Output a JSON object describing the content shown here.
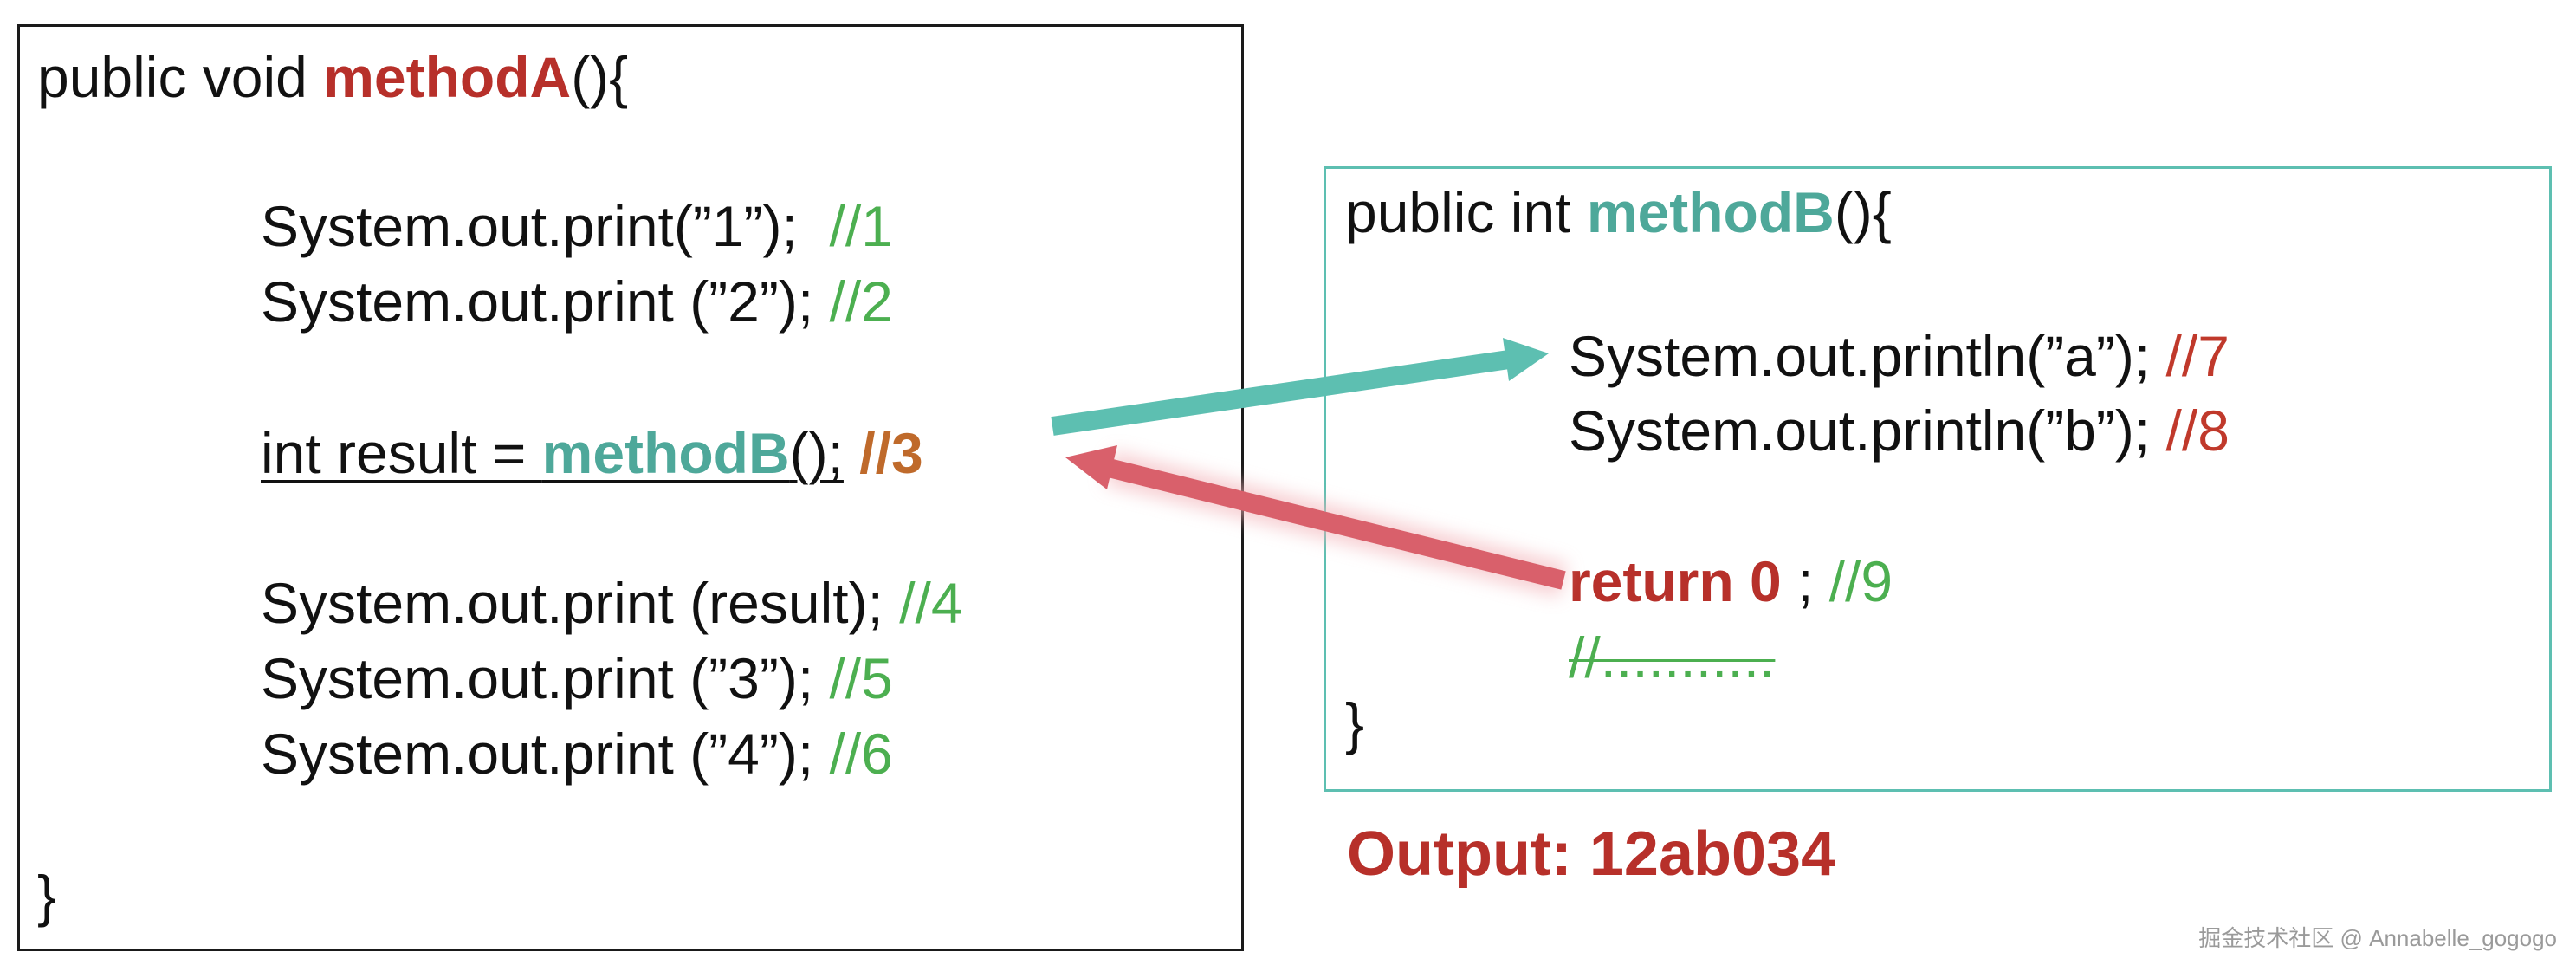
{
  "methodA": {
    "header": {
      "prefix": "public void ",
      "name": "methodA",
      "suffix": "(){"
    },
    "line1": {
      "code": "System.out.print(”1”);  ",
      "comment": "//1"
    },
    "line2": {
      "code": "System.out.print (”2”); ",
      "comment": "//2"
    },
    "line3": {
      "code_pre": "int result = ",
      "call": "methodB",
      "code_post": "();",
      "gap": " ",
      "comment": "//3"
    },
    "line4": {
      "code": "System.out.print (result); ",
      "comment": "//4"
    },
    "line5": {
      "code": "System.out.print (”3”); ",
      "comment": "//5"
    },
    "line6": {
      "code": "System.out.print (”4”); ",
      "comment": "//6"
    },
    "closing": "}"
  },
  "methodB": {
    "header": {
      "prefix": "public int ",
      "name": "methodB",
      "suffix": "(){"
    },
    "line7": {
      "code": "System.out.println(”a”); ",
      "comment": "//7"
    },
    "line8": {
      "code": "System.out.println(”b”); ",
      "comment": "//8"
    },
    "line9": {
      "keyword": "return 0",
      "code": " ; ",
      "comment": "//9"
    },
    "unreachable": "//...........",
    "closing": "}"
  },
  "output": "Output: 12ab034",
  "watermark": "掘金技术社区 @ Annabelle_gogogo",
  "colors": {
    "methodA_accent": "#b7302a",
    "methodB_accent": "#4ea89a",
    "call_arrow": "#5dbfb1",
    "return_arrow": "#d9606b",
    "comment_green": "#4caf50",
    "comment_red": "#c0392b",
    "comment_orange": "#bf6a2b"
  }
}
